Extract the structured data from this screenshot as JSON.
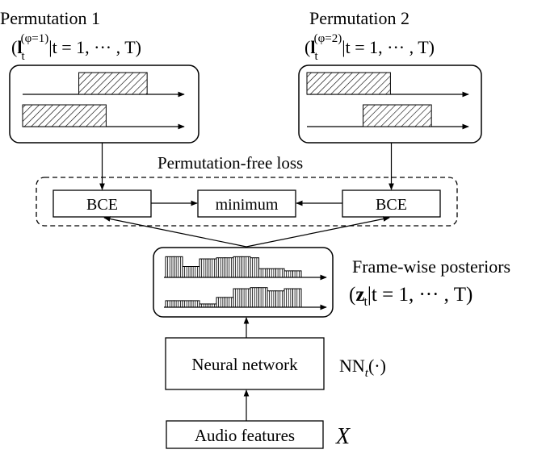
{
  "permutation1": {
    "title": "Permutation 1",
    "label_parts": {
      "open": "(",
      "l": "l",
      "t": "t",
      "sup": "(φ=1)",
      "rest": "|t = 1, ··· , T)"
    },
    "tracks": [
      {
        "start": 0.37,
        "end": 0.82
      },
      {
        "start": 0.0,
        "end": 0.55
      }
    ]
  },
  "permutation2": {
    "title": "Permutation 2",
    "label_parts": {
      "open": "(",
      "l": "l",
      "t": "t",
      "sup": "(φ=2)",
      "rest": "|t = 1, ··· , T)"
    },
    "tracks": [
      {
        "start": 0.0,
        "end": 0.55
      },
      {
        "start": 0.37,
        "end": 0.82
      }
    ]
  },
  "loss": {
    "title": "Permutation-free loss",
    "bce_left": "BCE",
    "minimum": "minimum",
    "bce_right": "BCE"
  },
  "posteriors": {
    "title": "Frame-wise posteriors",
    "label_parts": {
      "open": "(",
      "z": "z",
      "t": "t",
      "rest": "|t = 1, ··· , T)"
    },
    "track1_levels": [
      0.95,
      0.95,
      0.5,
      0.5,
      0.85,
      0.85,
      0.9,
      0.9,
      0.95,
      0.95,
      0.9,
      0.4,
      0.4,
      0.4,
      0.3,
      0.3
    ],
    "track2_levels": [
      0.3,
      0.3,
      0.3,
      0.3,
      0.15,
      0.15,
      0.45,
      0.45,
      0.85,
      0.85,
      0.9,
      0.9,
      0.75,
      0.75,
      0.85,
      0.85
    ]
  },
  "network": {
    "label": "Neural network",
    "annotation": {
      "nn": "NN",
      "t": "t",
      "args": "(·)"
    }
  },
  "features": {
    "label": "Audio features",
    "annotation": "X"
  }
}
